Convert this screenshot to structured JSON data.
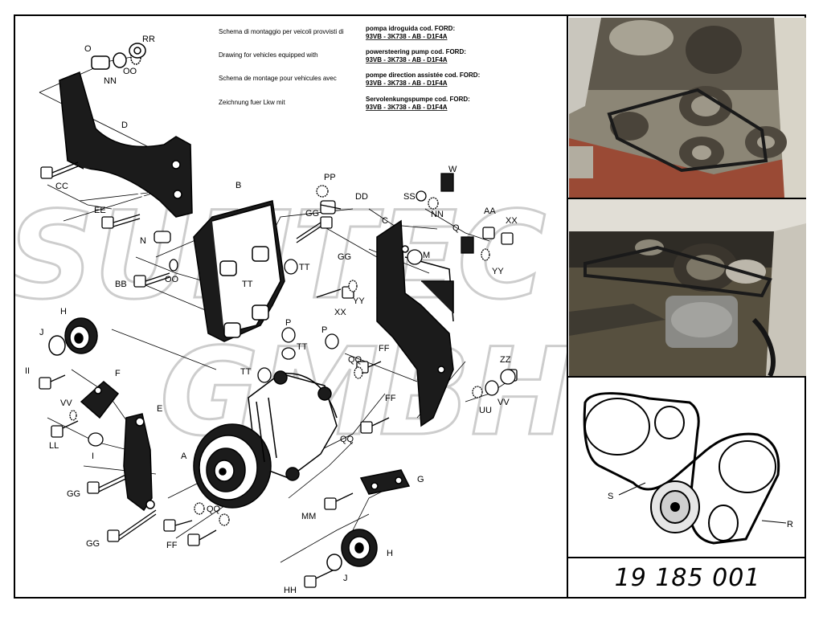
{
  "instructions": [
    "Schema di montaggio per veicoli provvisti di",
    "Drawing for vehicles equipped with",
    "Schema de montage pour vehicules avec",
    "Zeichnung fuer Lkw mit"
  ],
  "pump_titles": [
    "pompa idroguida cod. FORD:",
    "powersteering pump cod. FORD:",
    "pompe direction assistée cod. FORD:",
    "Servolenkungspumpe cod. FORD:"
  ],
  "pump_code": "93VB - 3K738 - AB - D1F4A",
  "labels": {
    "O": "O",
    "RR": "RR",
    "NN": "NN",
    "OO": "OO",
    "D": "D",
    "CC": "CC",
    "EE": "EE",
    "N": "N",
    "BB": "BB",
    "H": "H",
    "J": "J",
    "II": "II",
    "F": "F",
    "VV": "VV",
    "LL": "LL",
    "I": "I",
    "E": "E",
    "GG": "GG",
    "A": "A",
    "QQ": "QQ",
    "FF": "FF",
    "MM": "MM",
    "G": "G",
    "HH": "HH",
    "B": "B",
    "PP": "PP",
    "DD": "DD",
    "TT": "TT",
    "P": "P",
    "XX": "XX",
    "YY": "YY",
    "C": "C",
    "M": "M",
    "SS": "SS",
    "W": "W",
    "AA": "AA",
    "Q": "Q",
    "ZZ": "ZZ",
    "UU": "UU"
  },
  "belt_labels": {
    "S": "S",
    "R": "R"
  },
  "kit_code": "19 185 001",
  "watermark": [
    "SUNTEC",
    "GMBH"
  ],
  "colors": {
    "border": "#000000",
    "engine_bg": "#6b6558",
    "belt": "#1a1a1a",
    "watermark": "#c8c8c8"
  }
}
